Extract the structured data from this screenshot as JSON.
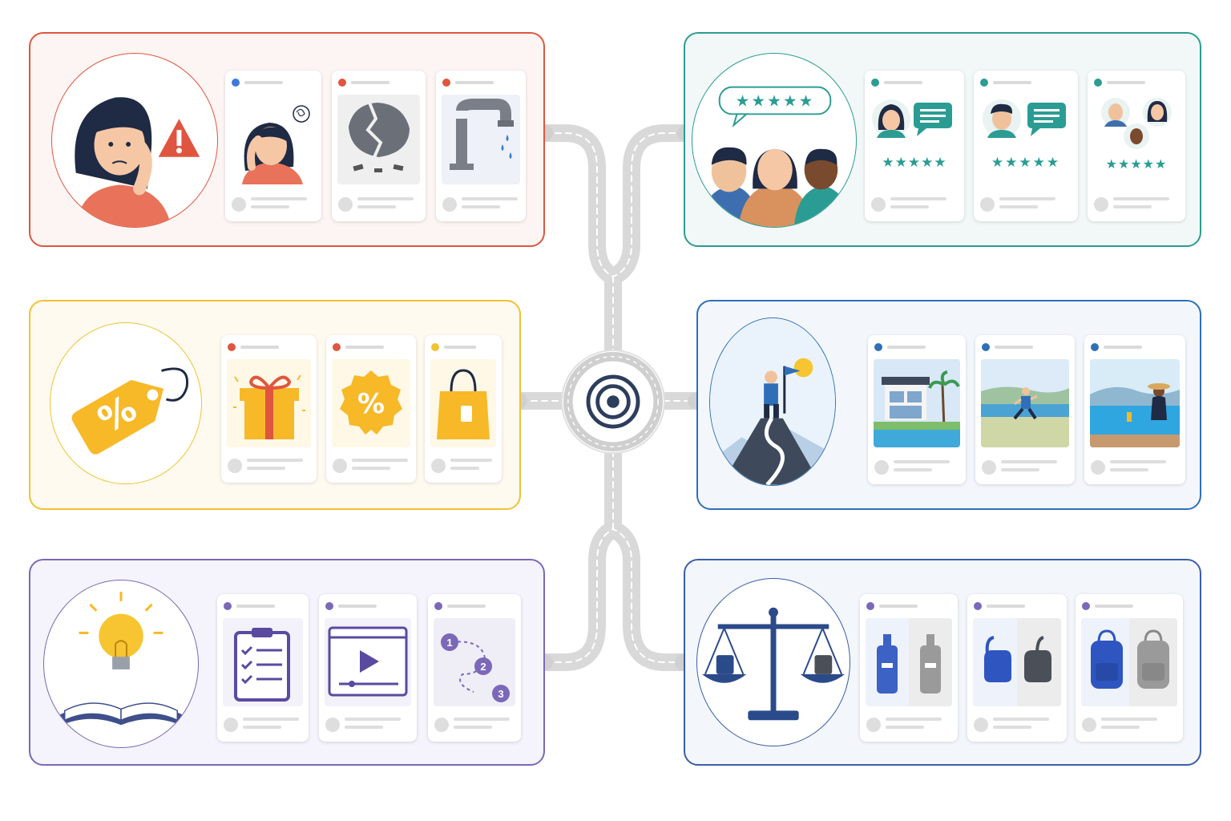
{
  "colors": {
    "problem": "#e0553f",
    "social_proof": "#2b9c93",
    "offer": "#f1c232",
    "aspiration": "#2f6fb8",
    "education": "#7b68b8",
    "comparison": "#3a5ea8",
    "road": "#dcdcdc",
    "hub_target": "#2c3e5c"
  },
  "hub": {
    "icon": "target-icon"
  },
  "panels": [
    {
      "key": "problem",
      "hero_icon": "worried-woman-warning-icon",
      "card_icons": [
        "stressed-woman-icon",
        "broken-egg-icon",
        "leaking-faucet-icon"
      ]
    },
    {
      "key": "social_proof",
      "rating_glyphs": "★★★★★",
      "hero_icon": "happy-customers-rating-icon",
      "card_icons": [
        "woman-review-icon",
        "man-review-icon",
        "customer-group-icon"
      ]
    },
    {
      "key": "offer",
      "hero_icon": "percent-price-tag-icon",
      "card_icons": [
        "gift-box-icon",
        "percent-badge-icon",
        "shopping-bag-icon"
      ]
    },
    {
      "key": "aspiration",
      "hero_icon": "mountain-summit-flag-icon",
      "card_icons": [
        "luxury-villa-icon",
        "beach-runner-icon",
        "pool-relax-icon"
      ]
    },
    {
      "key": "education",
      "hero_icon": "lightbulb-book-icon",
      "step_labels": [
        "1",
        "2",
        "3"
      ],
      "card_icons": [
        "checklist-clipboard-icon",
        "video-player-icon",
        "numbered-steps-icon"
      ]
    },
    {
      "key": "comparison",
      "hero_icon": "balance-scale-icon",
      "card_icons": [
        "bottle-compare-icon",
        "earbuds-compare-icon",
        "backpack-compare-icon"
      ]
    }
  ]
}
